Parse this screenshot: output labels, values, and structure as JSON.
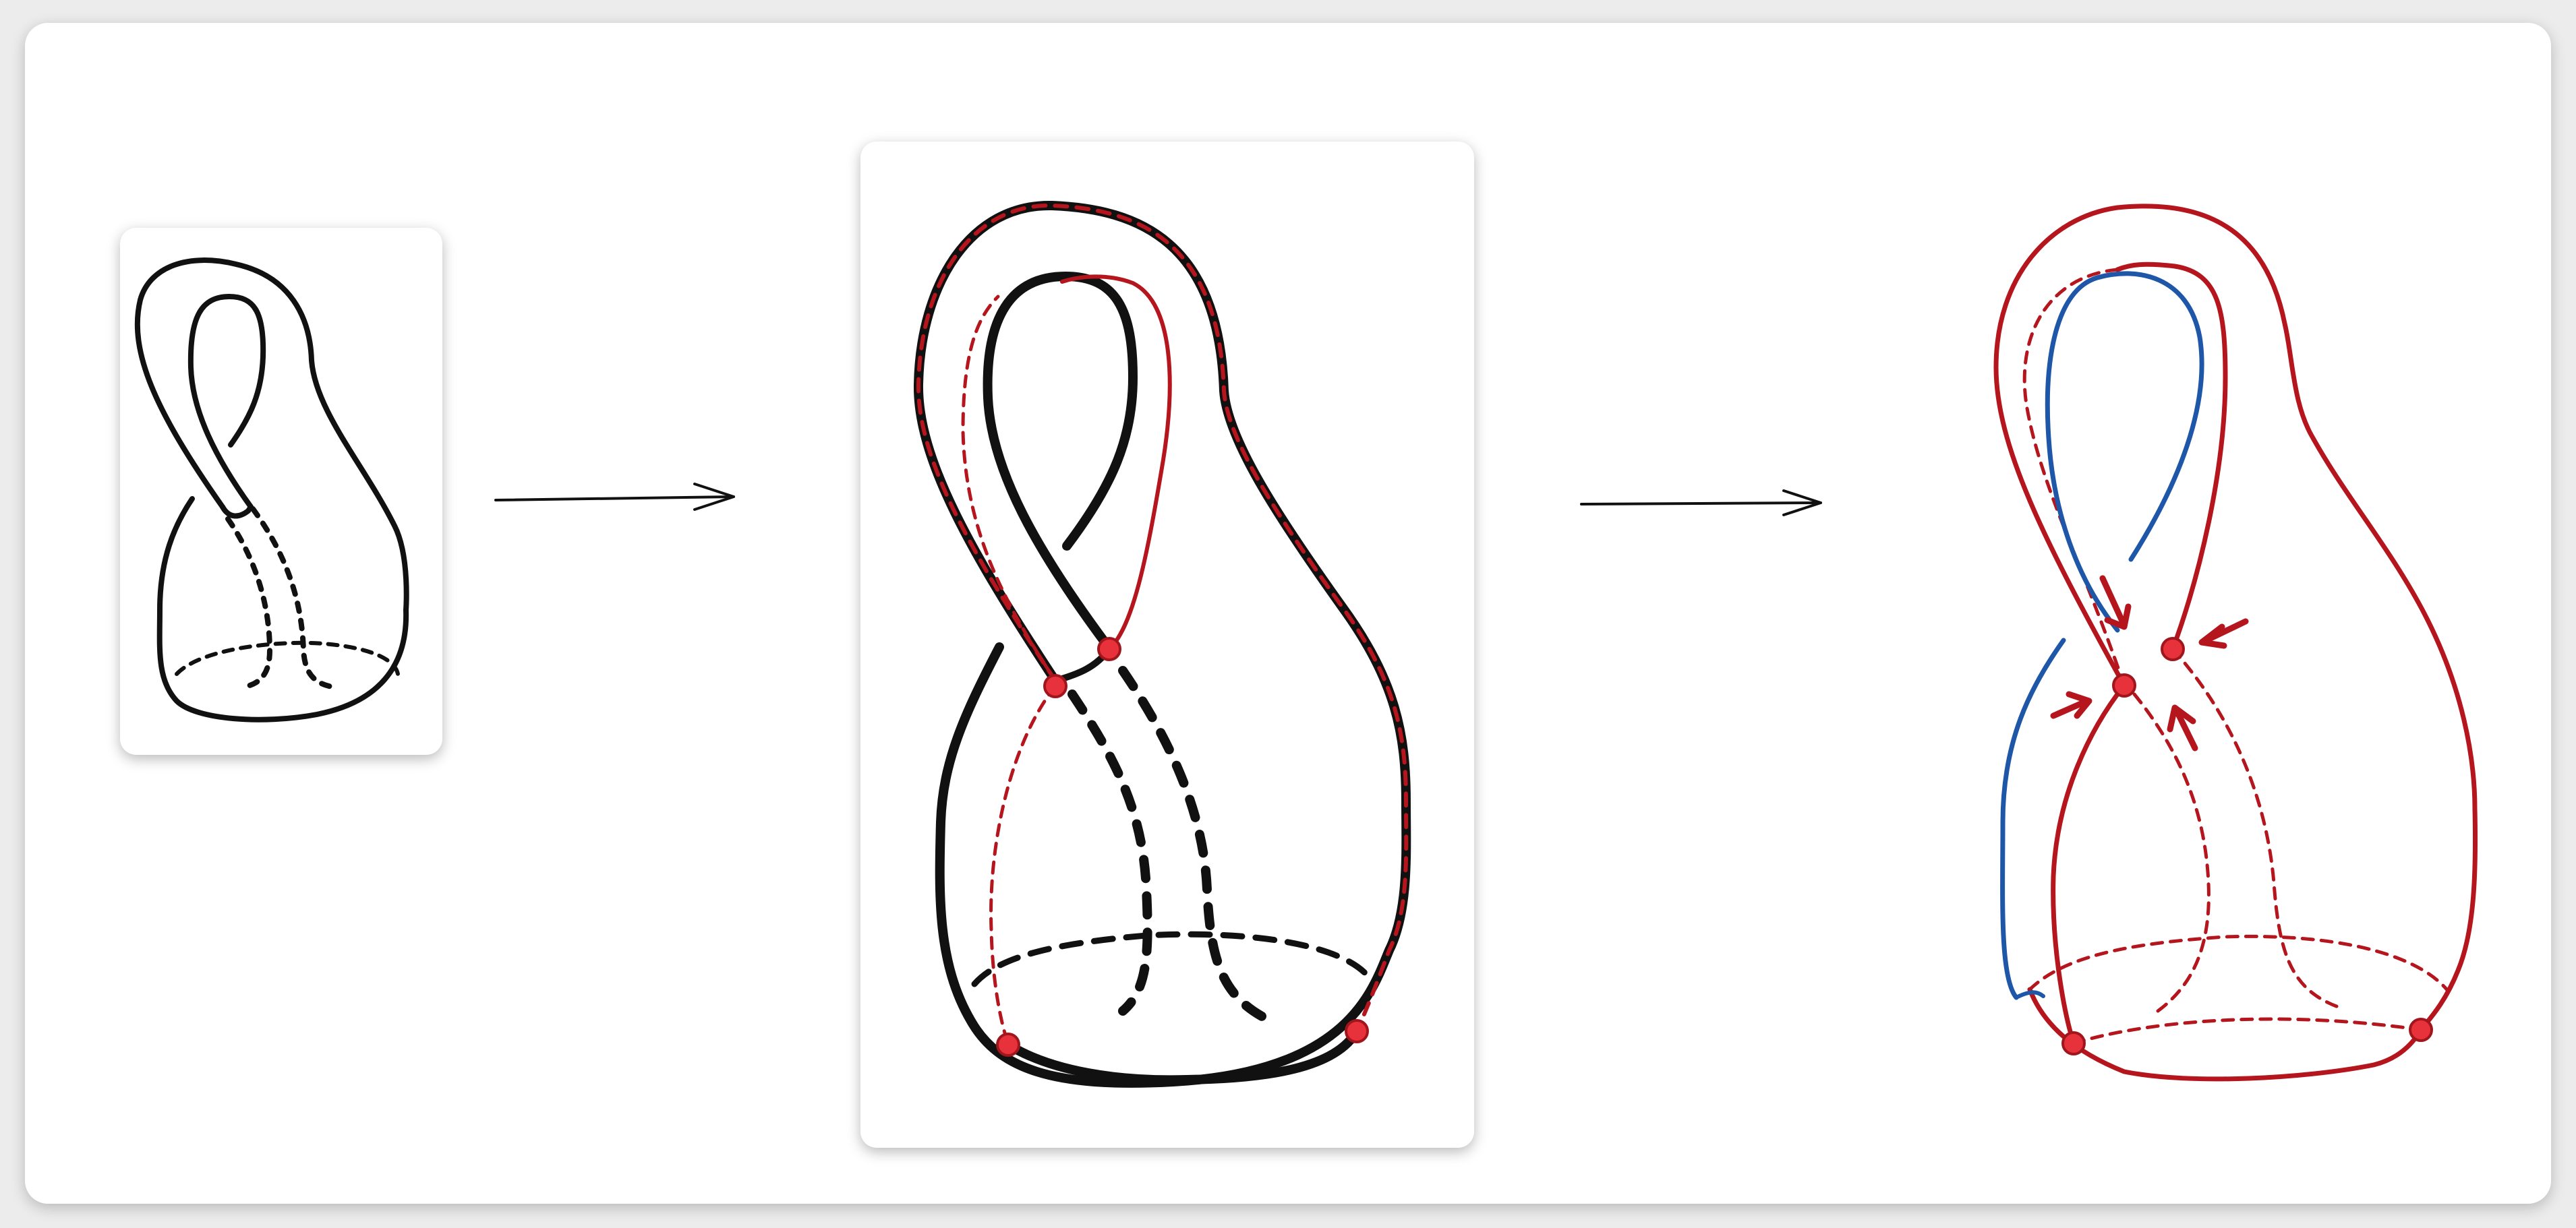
{
  "colors": {
    "ink": "#111111",
    "curve_red": "#b5151d",
    "curve_blue": "#1e56a8",
    "marker_red": "#e8323b",
    "card_background": "#ffffff",
    "page_background": "#ececec"
  },
  "panels": [
    {
      "id": "klein-bottle-plain",
      "style": "black outline"
    },
    {
      "id": "klein-bottle-with-red-curves",
      "style": "black outline with red dashed curves and four red points"
    },
    {
      "id": "klein-bottle-red-blue-curves",
      "style": "red and blue curves with four red points and arrows"
    }
  ],
  "arrows": [
    {
      "from": "klein-bottle-plain",
      "to": "klein-bottle-with-red-curves"
    },
    {
      "from": "klein-bottle-with-red-curves",
      "to": "klein-bottle-red-blue-curves"
    }
  ],
  "marked_points_per_panel": 4
}
